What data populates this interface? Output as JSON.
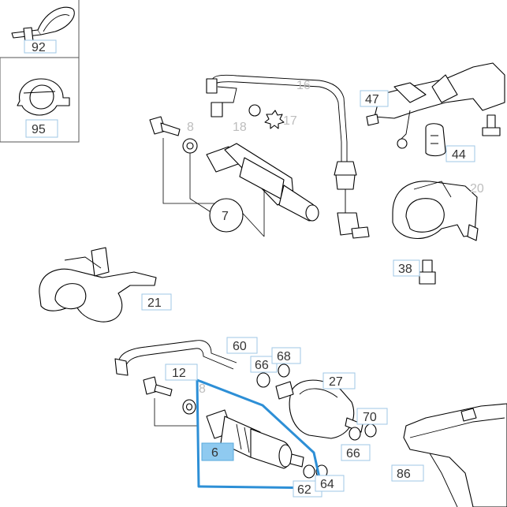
{
  "callouts": {
    "c92": "92",
    "c95": "95",
    "c16": "16",
    "c8a": "8",
    "c18": "18",
    "c17": "17",
    "c7": "7",
    "c47": "47",
    "c44": "44",
    "c20": "20",
    "c38": "38",
    "c21": "21",
    "c60": "60",
    "c66a": "66",
    "c68": "68",
    "c12": "12",
    "c8b": "8",
    "c27": "27",
    "c70": "70",
    "c6": "6",
    "c66b": "66",
    "c62": "62",
    "c64": "64",
    "c86": "86"
  },
  "selected_part": "6",
  "colors": {
    "highlight": "#2d8fd6",
    "callout_border": "#9fc7e6",
    "selected_fill": "#8fcaf0"
  }
}
